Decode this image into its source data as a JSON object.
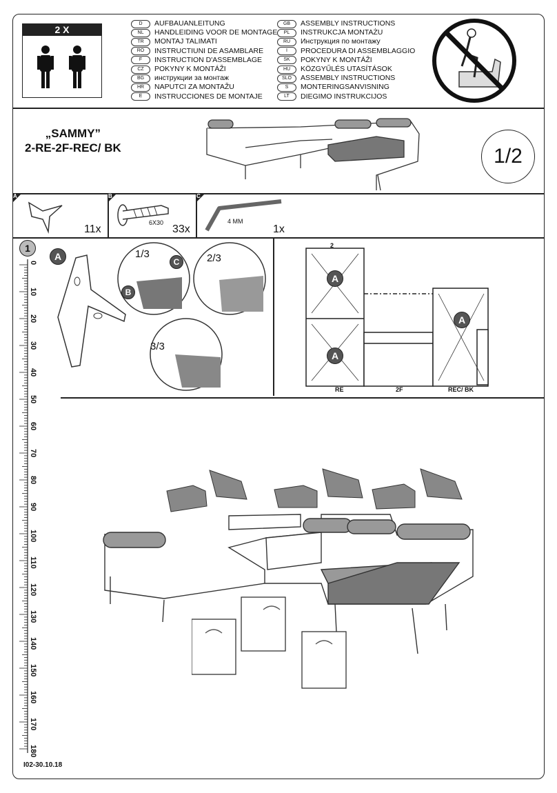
{
  "header": {
    "persons_label": "2 X",
    "languages_left": [
      {
        "code": "D",
        "text": "AUFBAUANLEITUNG"
      },
      {
        "code": "NL",
        "text": "HANDLEIDING VOOR DE MONTAGE"
      },
      {
        "code": "TR",
        "text": "MONTAJ TALIMATI"
      },
      {
        "code": "RO",
        "text": "INSTRUCTIUNI DE ASAMBLARE"
      },
      {
        "code": "F",
        "text": "INSTRUCTION D'ASSEMBLAGE"
      },
      {
        "code": "CZ",
        "text": "POKYNY K MONTÁŽI"
      },
      {
        "code": "BG",
        "text": "инструкции за монтаж"
      },
      {
        "code": "HR",
        "text": "NAPUTCI ZA MONTAŽU"
      },
      {
        "code": "E",
        "text": "INSTRUCCIONES DE MONTAJE"
      }
    ],
    "languages_right": [
      {
        "code": "GB",
        "text": "ASSEMBLY INSTRUCTIONS"
      },
      {
        "code": "PL",
        "text": "INSTRUKCJA MONTAŻU"
      },
      {
        "code": "RU",
        "text": "Инструкция по монтажу"
      },
      {
        "code": "I",
        "text": "PROCEDURA DI ASSEMBLAGGIO"
      },
      {
        "code": "SK",
        "text": "POKYNY K MONTÁŽI"
      },
      {
        "code": "HU",
        "text": "KÖZGYŰLÉS UTASÍTÁSOK"
      },
      {
        "code": "SLO",
        "text": "ASSEMBLY INSTRUCTIONS"
      },
      {
        "code": "S",
        "text": "MONTERINGSANVISNING"
      },
      {
        "code": "LT",
        "text": "DIEGIMO INSTRUKCIJOS"
      }
    ]
  },
  "product": {
    "name": "„SAMMY”",
    "code": "2-RE-2F-REC/ BK",
    "page": "1/2"
  },
  "parts": [
    {
      "letter": "A",
      "qty": "11x",
      "spec": ""
    },
    {
      "letter": "B",
      "qty": "33x",
      "spec": "6X30"
    },
    {
      "letter": "C",
      "qty": "1x",
      "spec": "4 MM"
    }
  ],
  "step": {
    "number": "1",
    "sub_steps": [
      "1/3",
      "2/3",
      "3/3"
    ],
    "callouts": [
      "A",
      "B",
      "C"
    ]
  },
  "layout_labels": {
    "top_dim": "2",
    "modules": [
      "RE",
      "2F",
      "REC/ BK"
    ]
  },
  "ruler": {
    "marks": [
      "0",
      "10",
      "20",
      "30",
      "40",
      "50",
      "60",
      "70",
      "80",
      "90",
      "100",
      "110",
      "120",
      "130",
      "140",
      "150",
      "160",
      "170",
      "180"
    ]
  },
  "footer": {
    "doc_code": "I02-30.10.18"
  }
}
